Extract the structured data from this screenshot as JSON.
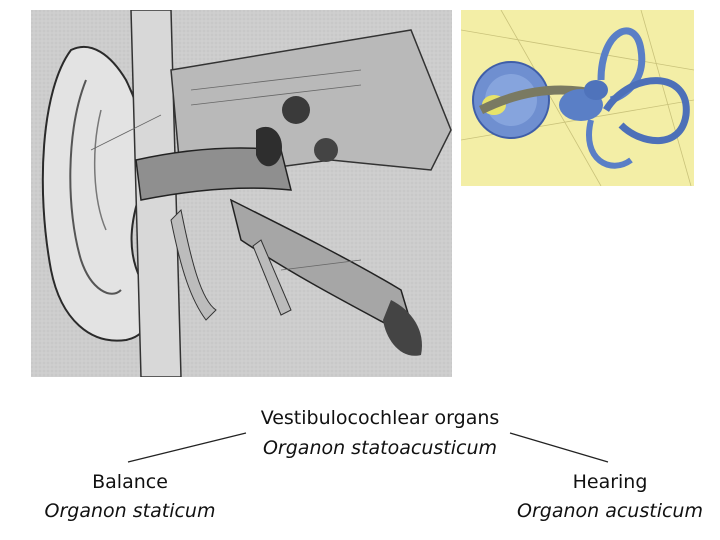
{
  "diagram": {
    "root": {
      "title": "Vestibulocochlear organs",
      "latin": "Organon statoacusticum"
    },
    "branches": [
      {
        "title": "Balance",
        "latin": "Organon staticum"
      },
      {
        "title": "Hearing",
        "latin": "Organon acusticum"
      }
    ]
  },
  "colors": {
    "left_panel_bg": "#cfcfcf",
    "right_panel_bg": "#f3eea6",
    "labyrinth_blue": "#5a7fc6",
    "text": "#111111"
  }
}
